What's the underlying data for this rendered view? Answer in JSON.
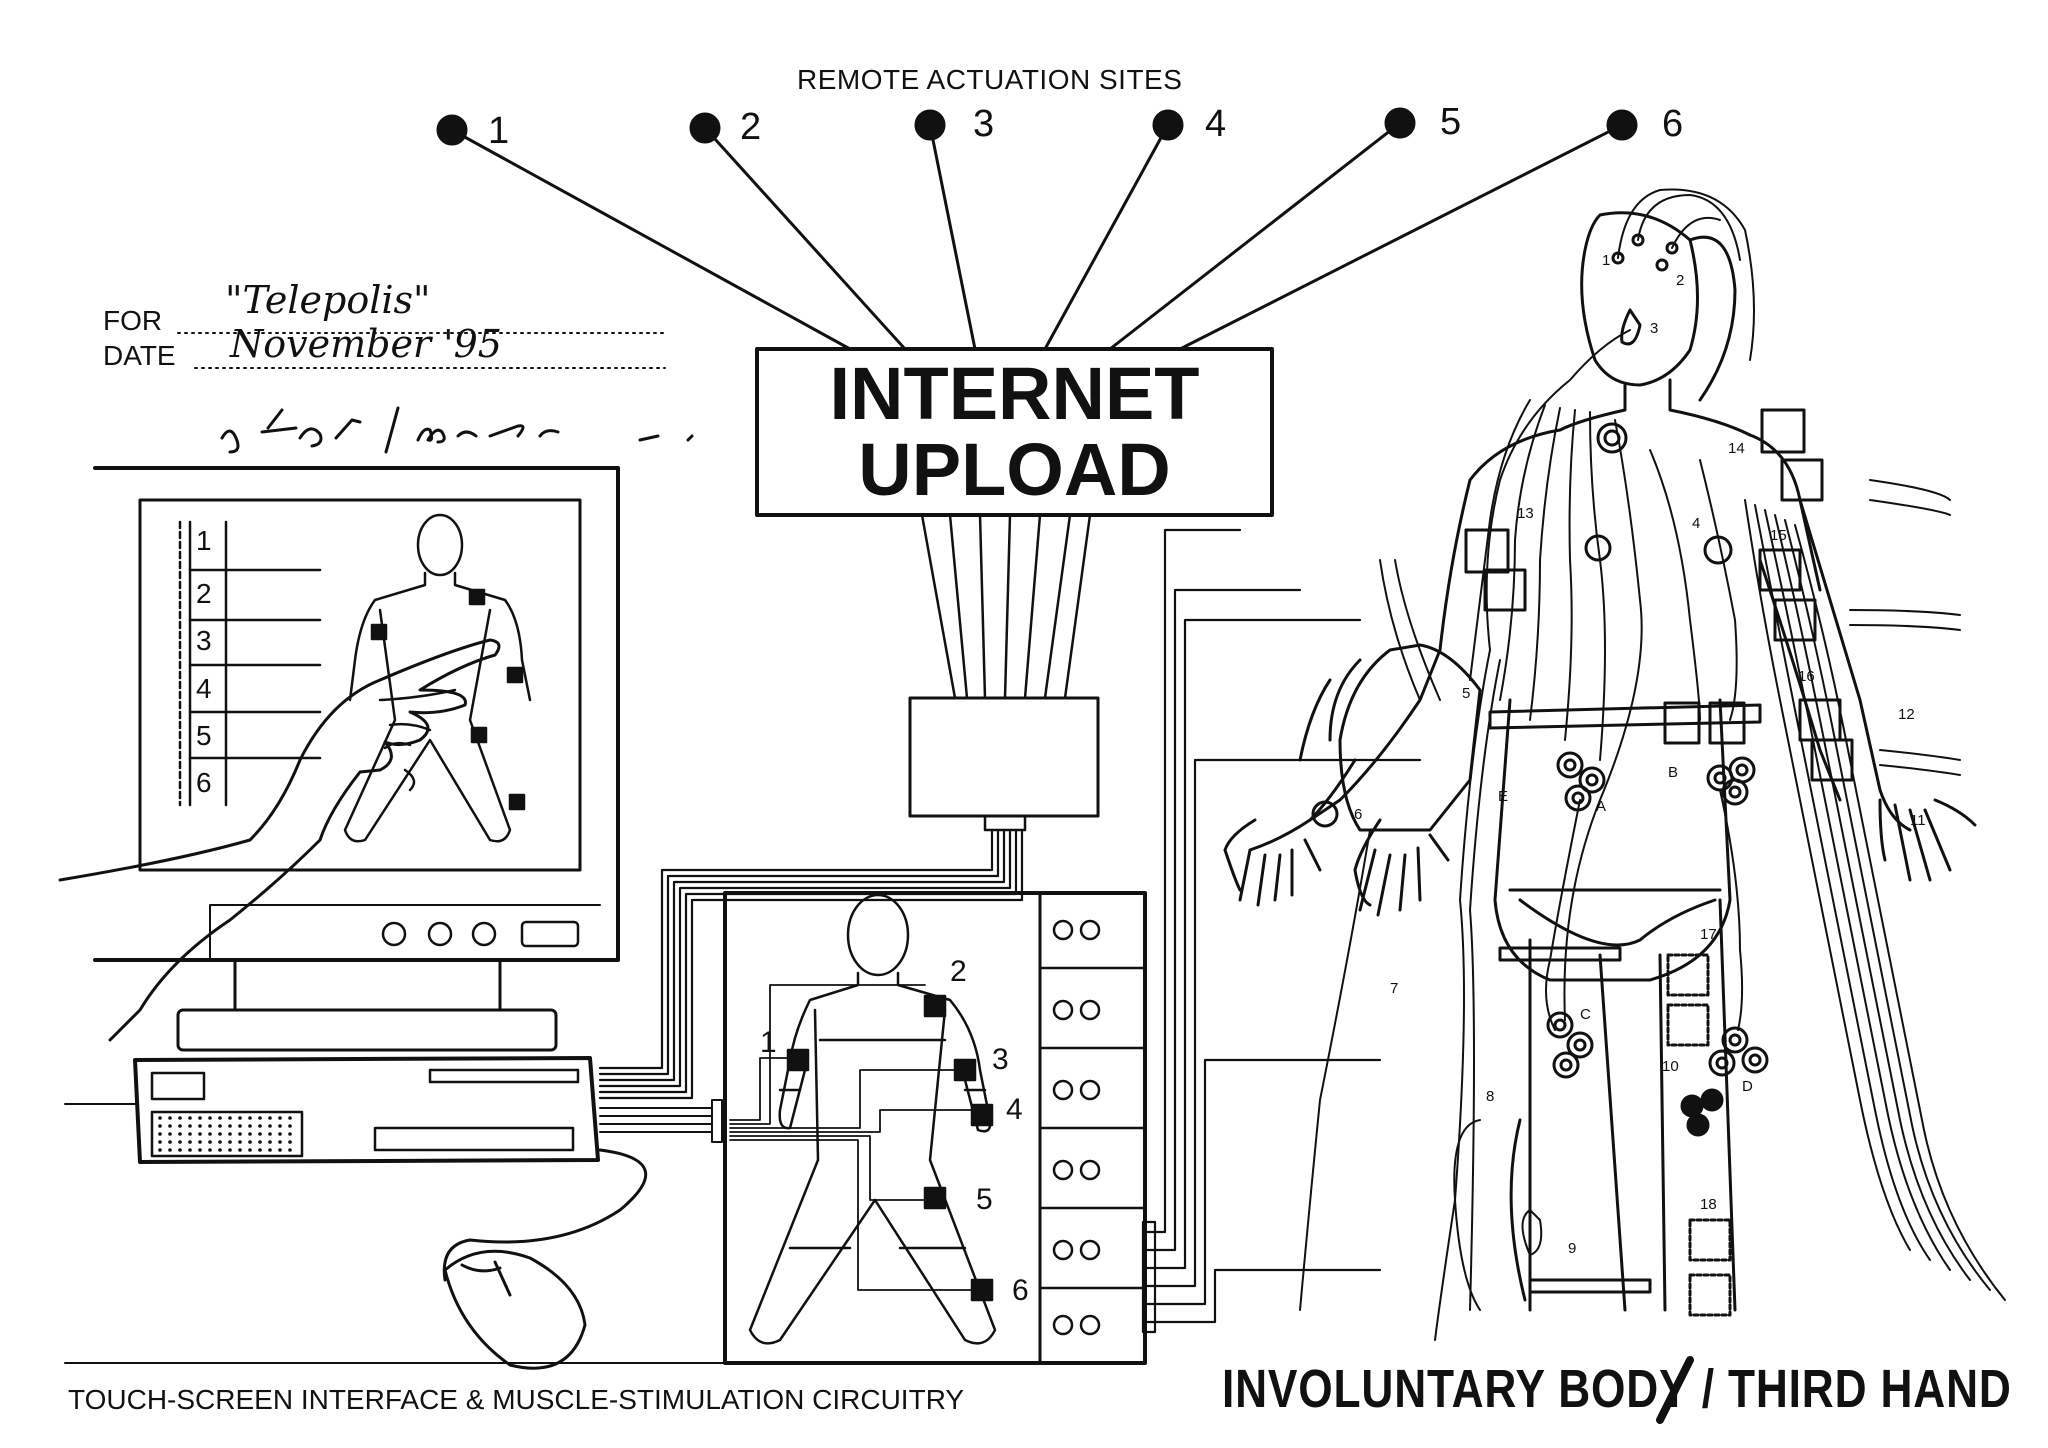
{
  "header": {
    "title": "REMOTE ACTUATION SITES"
  },
  "sites": [
    "1",
    "2",
    "3",
    "4",
    "5",
    "6"
  ],
  "form": {
    "for_label": "FOR",
    "for_value": "\"Telepolis\"",
    "date_label": "DATE",
    "date_value": "November '95",
    "signature": "s t e l a r c"
  },
  "upload_box": {
    "line1": "INTERNET",
    "line2": "UPLOAD"
  },
  "screen_list": [
    "1",
    "2",
    "3",
    "4",
    "5",
    "6"
  ],
  "circuit_figure_labels": [
    "1",
    "2",
    "3",
    "4",
    "5",
    "6"
  ],
  "body_labels": {
    "numbers": [
      "1",
      "2",
      "3",
      "4",
      "5",
      "6",
      "7",
      "8",
      "9",
      "10",
      "11",
      "12",
      "13",
      "14",
      "15",
      "16",
      "17",
      "18"
    ],
    "letters": [
      "A",
      "B",
      "C",
      "D",
      "E"
    ]
  },
  "captions": {
    "left": "TOUCH-SCREEN INTERFACE &  MUSCLE-STIMULATION CIRCUITRY",
    "right": "INVOLUNTARY BODY / THIRD HAND"
  },
  "colors": {
    "ink": "#111111",
    "paper": "#ffffff"
  }
}
